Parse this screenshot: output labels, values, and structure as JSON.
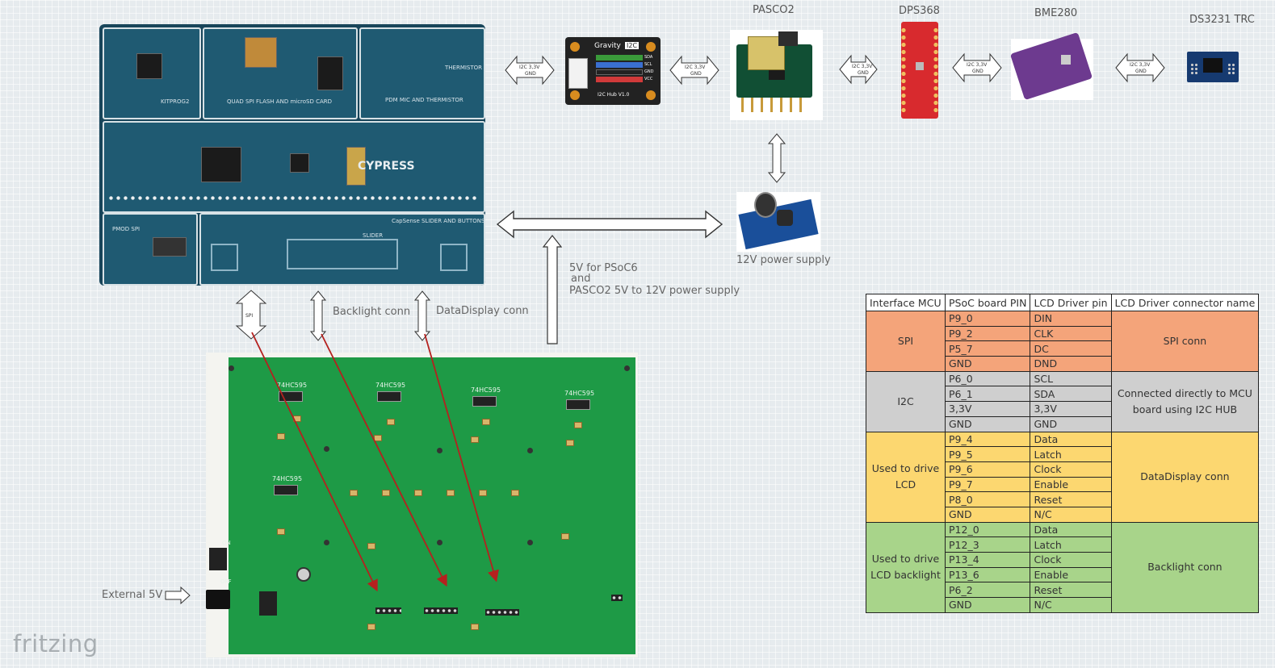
{
  "modules": {
    "pasco2": "PASCO2",
    "dps368": "DPS368",
    "bme280": "BME280",
    "ds3231": "DS3231 TRC",
    "psu": "12V power supply",
    "i2c_hub_brand": "Gravity",
    "i2c_hub_tag": "I2C",
    "i2c_hub_name": "I2C Hub V1.0",
    "i2c_hub_pins": [
      "SDA",
      "SCL",
      "GND",
      "VCC",
      "SDA",
      "SCL",
      "GND",
      "VCC"
    ]
  },
  "psoc_silk": {
    "brand": "CYPRESS",
    "flash": "QUAD SPI FLASH AND microSD CARD",
    "pdm": "PDM MIC AND THERMISTOR",
    "thermistor": "THERMISTOR",
    "kitprog": "KITPROG2",
    "capsense": "CapSense SLIDER AND BUTTONS",
    "slider": "SLIDER",
    "pmod": "PMOD SPI"
  },
  "arrows": {
    "i2c_label_1": "I2C 3,3V",
    "i2c_label_2": "I2C 3,3V",
    "i2c_label_3": "I2C 3,3V",
    "i2c_label_4": "I2C 3,3V",
    "i2c_label_5": "I2C 3,3V",
    "gnd": "GND",
    "spi": "SPI"
  },
  "labels": {
    "backlight_conn": "Backlight conn",
    "datadisplay_conn": "DataDisplay conn",
    "power_line1": "5V for PSoC6",
    "power_line2": "and",
    "power_line3": "PASCO2 5V to 12V power supply",
    "external_5v": "External 5V"
  },
  "lcd_board": {
    "ic_label": "74HC595",
    "on": "ON",
    "off": "OFF"
  },
  "table": {
    "headers": [
      "Interface MCU",
      "PSoC board PIN",
      "LCD Driver pin",
      "LCD Driver connector name"
    ],
    "groups": [
      {
        "interface": "SPI",
        "connector": "SPI conn",
        "color": "#f4a47a",
        "rows": [
          [
            "P9_0",
            "DIN"
          ],
          [
            "P9_2",
            "CLK"
          ],
          [
            "P5_7",
            "DC"
          ],
          [
            "GND",
            "DND"
          ]
        ]
      },
      {
        "interface": "I2C",
        "connector": "Connected directly to MCU board using I2C HUB",
        "color": "#cfcfcf",
        "rows": [
          [
            "P6_0",
            "SCL"
          ],
          [
            "P6_1",
            "SDA"
          ],
          [
            "3,3V",
            "3,3V"
          ],
          [
            "GND",
            "GND"
          ]
        ]
      },
      {
        "interface": "Used to drive LCD",
        "connector": "DataDisplay conn",
        "color": "#fcd770",
        "rows": [
          [
            "P9_4",
            "Data"
          ],
          [
            "P9_5",
            "Latch"
          ],
          [
            "P9_6",
            "Clock"
          ],
          [
            "P9_7",
            "Enable"
          ],
          [
            "P8_0",
            "Reset"
          ],
          [
            "GND",
            "N/C"
          ]
        ]
      },
      {
        "interface": "Used to drive LCD backlight",
        "connector": "Backlight conn",
        "color": "#a8d48a",
        "rows": [
          [
            "P12_0",
            "Data"
          ],
          [
            "P12_3",
            "Latch"
          ],
          [
            "P13_4",
            "Clock"
          ],
          [
            "P13_6",
            "Enable"
          ],
          [
            "P6_2",
            "Reset"
          ],
          [
            "GND",
            "N/C"
          ]
        ]
      }
    ]
  },
  "footer": {
    "logo": "fritzing"
  }
}
